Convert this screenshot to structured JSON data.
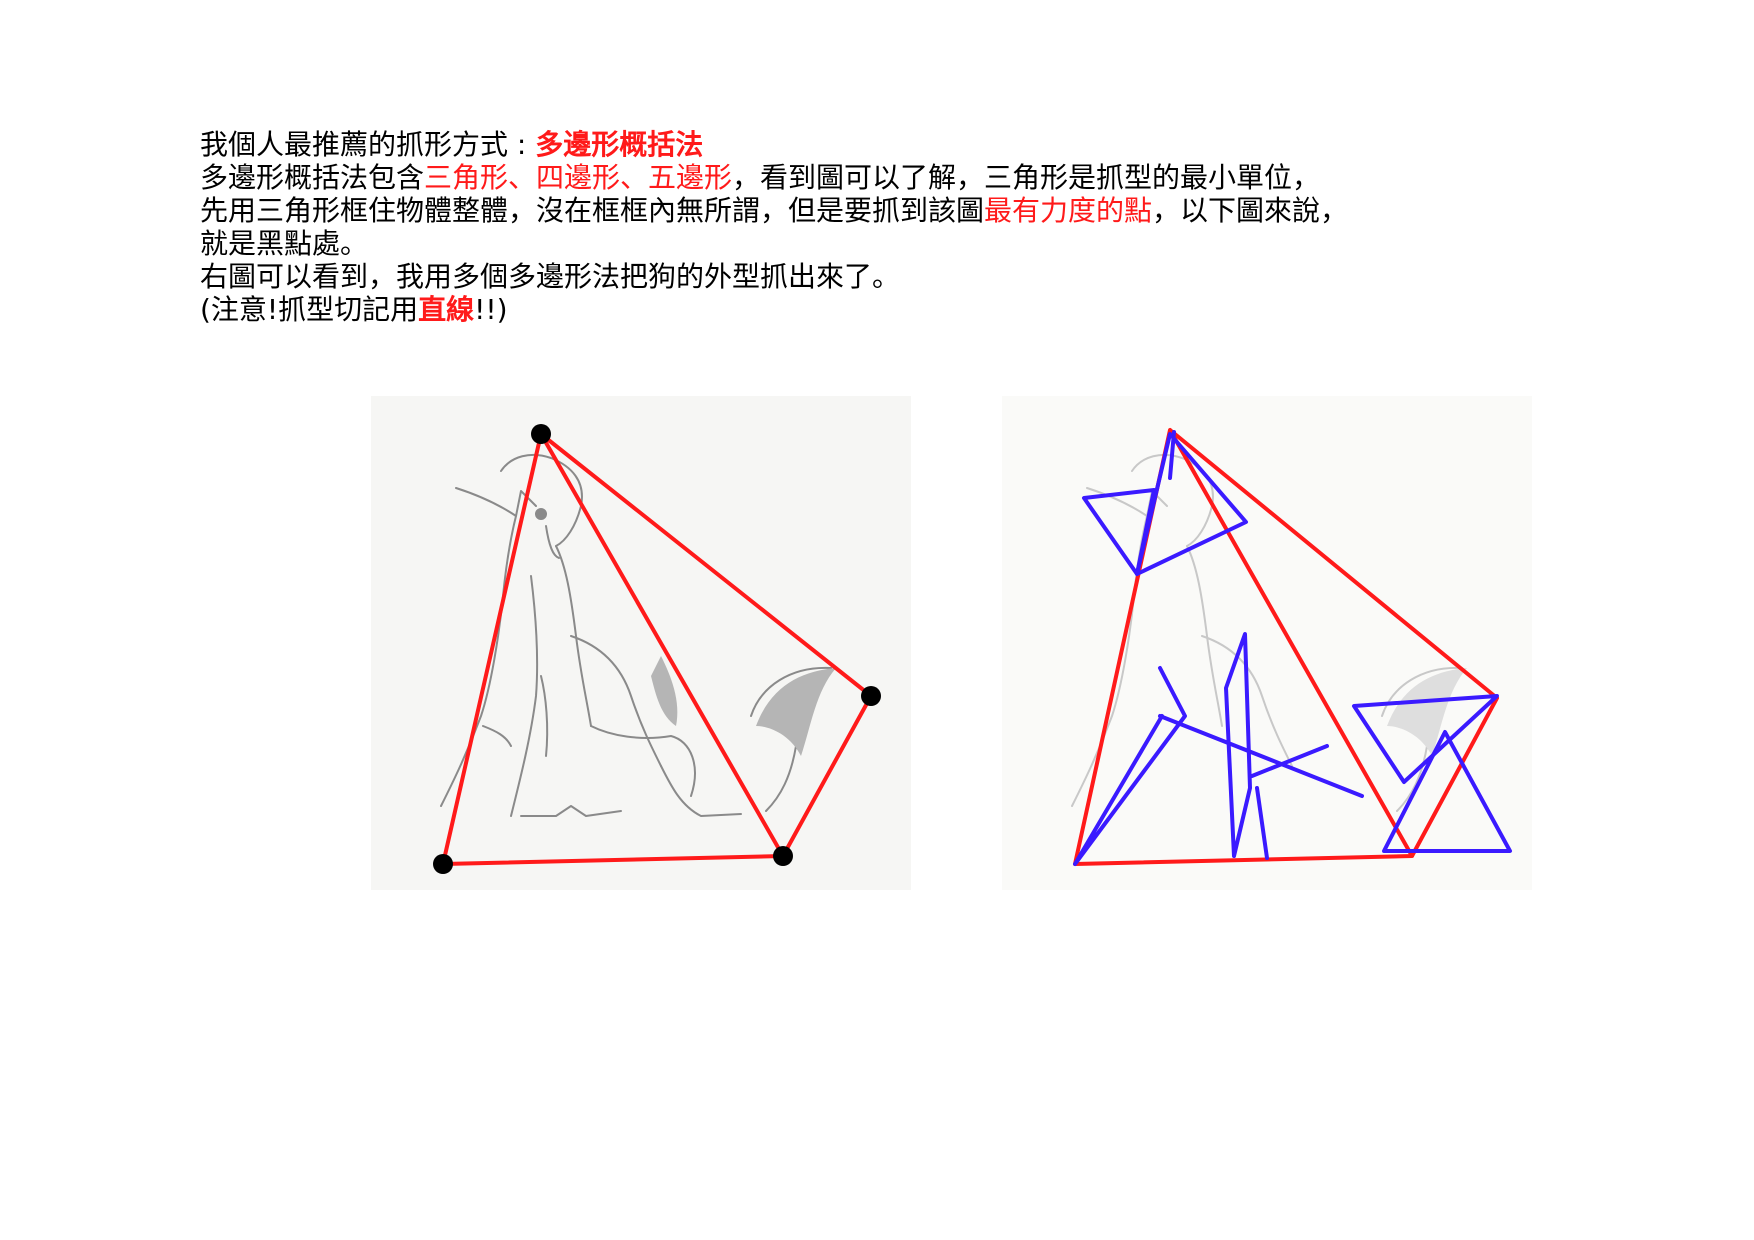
{
  "lines": [
    {
      "parts": [
        {
          "text": "我個人最推薦的抓形方式 : ",
          "style": ""
        },
        {
          "text": "多邊形概括法",
          "style": "red bold"
        }
      ]
    },
    {
      "parts": [
        {
          "text": "多邊形概括法包含",
          "style": ""
        },
        {
          "text": "三角形、四邊形、五邊形",
          "style": "red"
        },
        {
          "text": "，看到圖可以了解，三角形是抓型的最小單位，",
          "style": ""
        }
      ]
    },
    {
      "parts": [
        {
          "text": "先用三角形框住物體整體，沒在框框內無所謂，但是要抓到該圖",
          "style": ""
        },
        {
          "text": "最有力度的點",
          "style": "red"
        },
        {
          "text": "，以下圖來說，",
          "style": ""
        }
      ]
    },
    {
      "parts": [
        {
          "text": "就是黑點處。",
          "style": ""
        }
      ]
    },
    {
      "parts": [
        {
          "text": "右圖可以看到，我用多個多邊形法把狗的外型抓出來了。",
          "style": ""
        }
      ]
    },
    {
      "parts": [
        {
          "text": "(注意!抓型切記用",
          "style": ""
        },
        {
          "text": "直線",
          "style": "red bold"
        },
        {
          "text": "!!)",
          "style": ""
        }
      ]
    }
  ],
  "colors": {
    "red": "#ff1a1a",
    "blue": "#3a1aff",
    "dot": "#000000",
    "sketch": "#8a8a8a"
  },
  "figures": [
    {
      "name": "left-diagram",
      "shape": "red-triangle-with-dots",
      "dot_count": 4
    },
    {
      "name": "right-diagram",
      "shape": "red-triangle-with-blue-polygons"
    }
  ]
}
